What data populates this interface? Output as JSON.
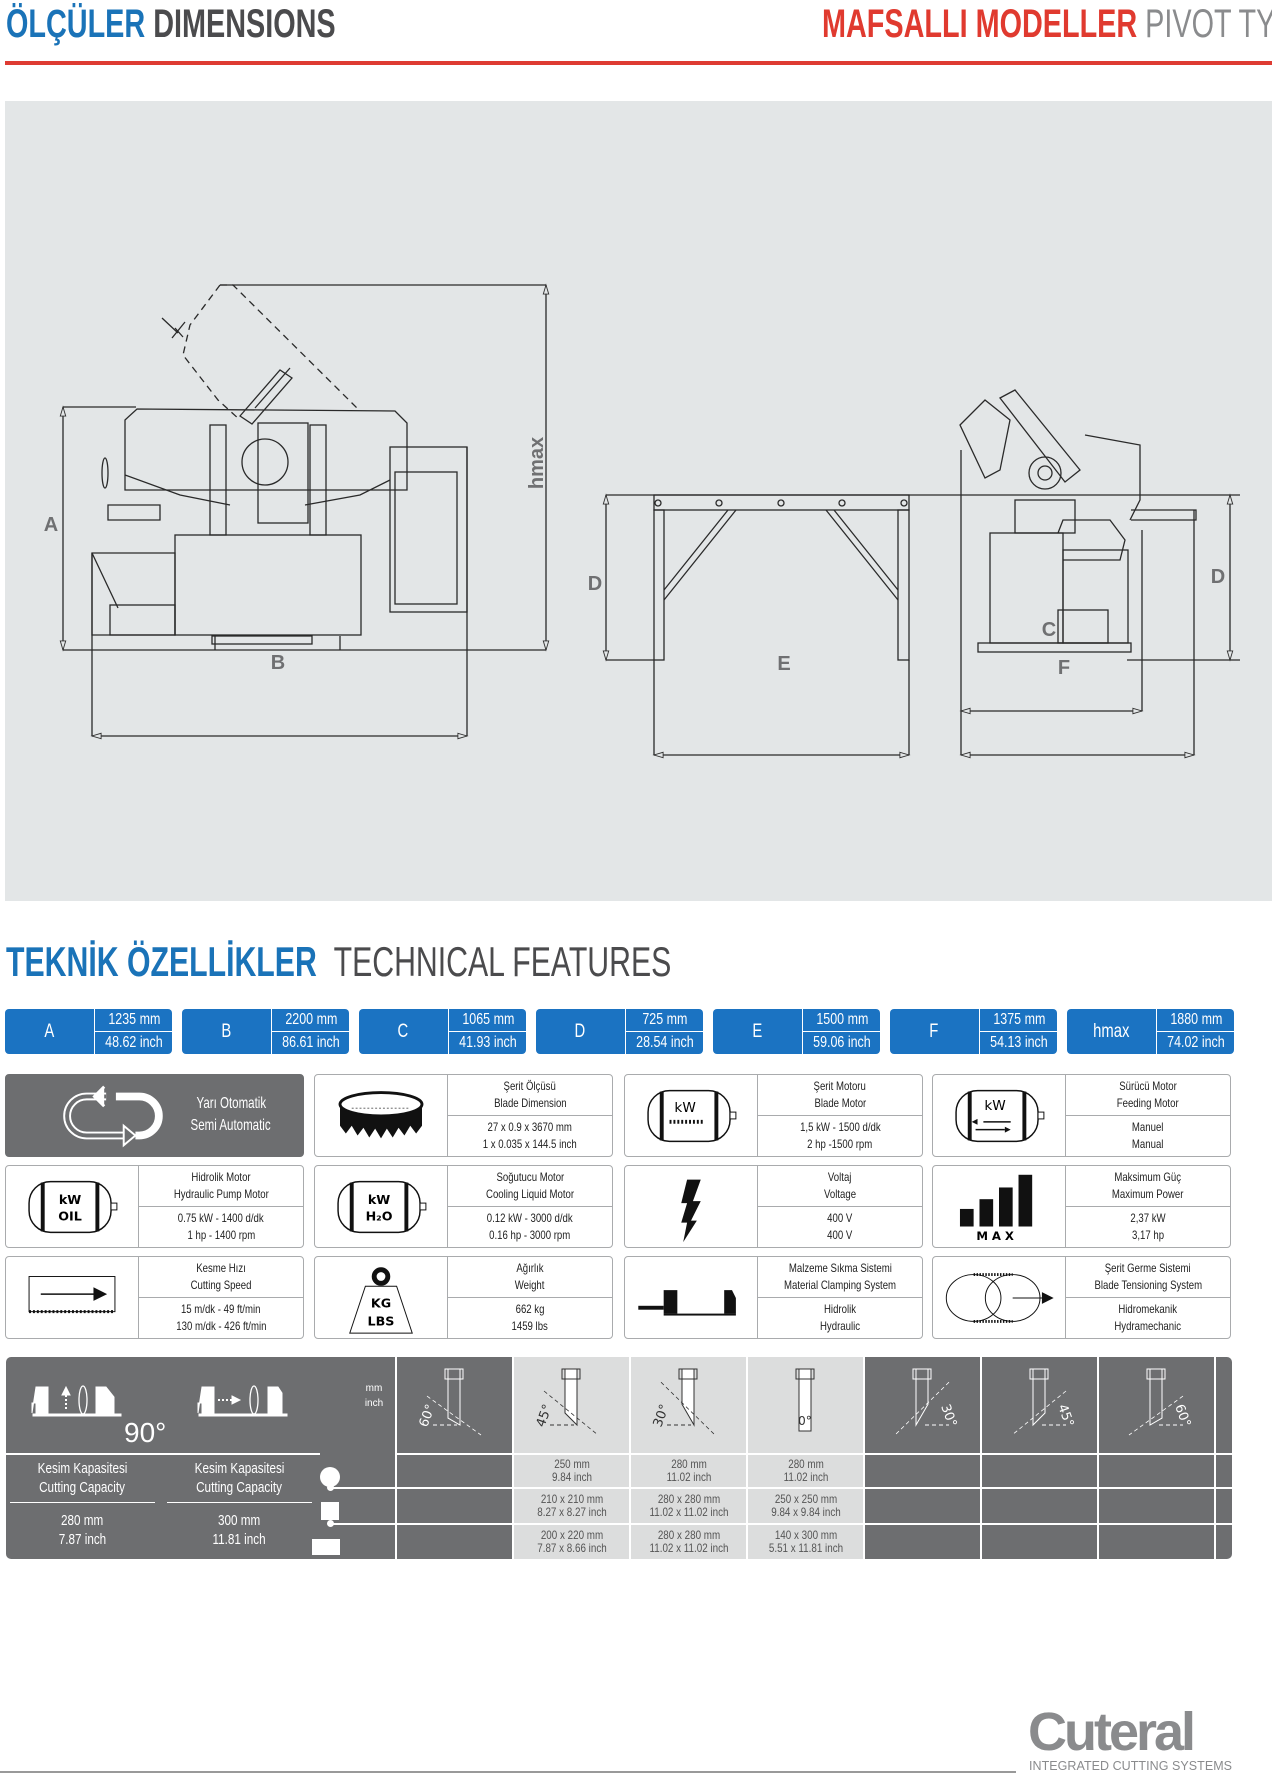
{
  "header": {
    "left_tr": "ÖLÇÜLER",
    "left_en": "DIMENSIONS",
    "right_tr": "MAFSALLI MODELLER",
    "right_en": "PIVOT TYPES",
    "accent_blue": "#1a73b8",
    "accent_red": "#e03a2f"
  },
  "drawing_labels": {
    "a": "A",
    "b": "B",
    "hmax": "hmax",
    "d_left": "D",
    "e": "E",
    "c": "C",
    "f": "F",
    "d_right": "D"
  },
  "technical": {
    "title_tr": "TEKNİK ÖZELLİKLER",
    "title_en": "TECHNICAL FEATURES"
  },
  "dimensions": [
    {
      "label": "A",
      "mm": "1235 mm",
      "inch": "48.62 inch"
    },
    {
      "label": "B",
      "mm": "2200 mm",
      "inch": "86.61 inch"
    },
    {
      "label": "C",
      "mm": "1065 mm",
      "inch": "41.93 inch"
    },
    {
      "label": "D",
      "mm": "725 mm",
      "inch": "28.54 inch"
    },
    {
      "label": "E",
      "mm": "1500 mm",
      "inch": "59.06 inch"
    },
    {
      "label": "F",
      "mm": "1375 mm",
      "inch": "54.13 inch"
    },
    {
      "label": "hmax",
      "mm": "1880 mm",
      "inch": "74.02 inch"
    }
  ],
  "features": [
    {
      "icon": "semi-automatic-icon",
      "title_tr": "Yarı Otomatik",
      "title_en": "Semi Automatic",
      "highlight": true
    },
    {
      "icon": "blade-band-icon",
      "title_tr": "Şerit Ölçüsü",
      "title_en": "Blade Dimension",
      "value1": "27 x 0.9 x 3670 mm",
      "value2": "1 x 0.035 x 144.5 inch"
    },
    {
      "icon": "blade-motor-icon",
      "icon_text": "kW",
      "title_tr": "Şerit Motoru",
      "title_en": "Blade Motor",
      "value1": "1,5 kW - 1500 d/dk",
      "value2": "2 hp -1500 rpm"
    },
    {
      "icon": "feeding-motor-icon",
      "icon_text": "kW",
      "title_tr": "Sürücü Motor",
      "title_en": "Feeding Motor",
      "value1": "Manuel",
      "value2": "Manual"
    },
    {
      "icon": "hydraulic-motor-icon",
      "icon_text": "kW",
      "icon_text2": "OIL",
      "title_tr": "Hidrolik Motor",
      "title_en": "Hydraulic Pump Motor",
      "value1": "0.75 kW - 1400 d/dk",
      "value2": "1 hp - 1400 rpm"
    },
    {
      "icon": "coolant-motor-icon",
      "icon_text": "kW",
      "icon_text2": "H₂O",
      "title_tr": "Soğutucu Motor",
      "title_en": "Cooling Liquid Motor",
      "value1": "0.12 kW - 3000 d/dk",
      "value2": "0.16 hp - 3000 rpm"
    },
    {
      "icon": "lightning-icon",
      "title_tr": "Voltaj",
      "title_en": "Voltage",
      "value1": "400 V",
      "value2": "400 V"
    },
    {
      "icon": "max-power-icon",
      "icon_text": "MAX",
      "title_tr": "Maksimum Güç",
      "title_en": "Maximum Power",
      "value1": "2,37 kW",
      "value2": "3,17 hp"
    },
    {
      "icon": "cutting-speed-icon",
      "title_tr": "Kesme Hızı",
      "title_en": "Cutting Speed",
      "value1": "15 m/dk - 49 ft/min",
      "value2": "130 m/dk - 426 ft/min"
    },
    {
      "icon": "weight-icon",
      "icon_text": "KG",
      "icon_text2": "LBS",
      "title_tr": "Ağırlık",
      "title_en": "Weight",
      "value1": "662 kg",
      "value2": "1459  lbs"
    },
    {
      "icon": "vise-clamp-icon",
      "title_tr": "Malzeme Sıkma Sistemi",
      "title_en": "Material Clamping System",
      "value1": "Hidrolik",
      "value2": "Hydraulic"
    },
    {
      "icon": "blade-tension-icon",
      "title_tr": "Şerit Germe Sistemi",
      "title_en": "Blade Tensioning System",
      "value1": "Hidromekanik",
      "value2": "Hydramechanic"
    }
  ],
  "capacity": {
    "angle_90": "90°",
    "unit_mm": "mm",
    "unit_inch": "inch",
    "left": [
      {
        "title_tr": "Kesim Kapasitesi",
        "title_en": "Cutting Capacity",
        "mm": "280 mm",
        "inch": "7.87 inch"
      },
      {
        "title_tr": "Kesim Kapasitesi",
        "title_en": "Cutting Capacity",
        "mm": "300 mm",
        "inch": "11.81 inch"
      }
    ],
    "shapes": [
      "round",
      "square",
      "rectangle"
    ],
    "columns": [
      {
        "angle": "60°",
        "side": "left",
        "available": false,
        "rows": []
      },
      {
        "angle": "45°",
        "side": "left",
        "available": true,
        "rows": [
          [
            "250 mm",
            "9.84 inch"
          ],
          [
            "210 x 210 mm",
            "8.27 x 8.27 inch"
          ],
          [
            "200 x 220 mm",
            "7.87 x 8.66 inch"
          ]
        ]
      },
      {
        "angle": "30°",
        "side": "left",
        "available": true,
        "rows": [
          [
            "280 mm",
            "11.02 inch"
          ],
          [
            "280 x 280 mm",
            "11.02 x 11.02 inch"
          ],
          [
            "280 x 280 mm",
            "11.02 x 11.02 inch"
          ]
        ]
      },
      {
        "angle": "0°",
        "side": "none",
        "available": true,
        "rows": [
          [
            "280 mm",
            "11.02 inch"
          ],
          [
            "250 x 250 mm",
            "9.84 x 9.84 inch"
          ],
          [
            "140 x 300 mm",
            "5.51 x 11.81 inch"
          ]
        ]
      },
      {
        "angle": "30°",
        "side": "right",
        "available": false,
        "rows": []
      },
      {
        "angle": "45°",
        "side": "right",
        "available": false,
        "rows": []
      },
      {
        "angle": "60°",
        "side": "right",
        "available": false,
        "rows": []
      }
    ]
  },
  "logo": {
    "name": "Cuteral",
    "tagline": "INTEGRATED CUTTING SYSTEMS"
  }
}
